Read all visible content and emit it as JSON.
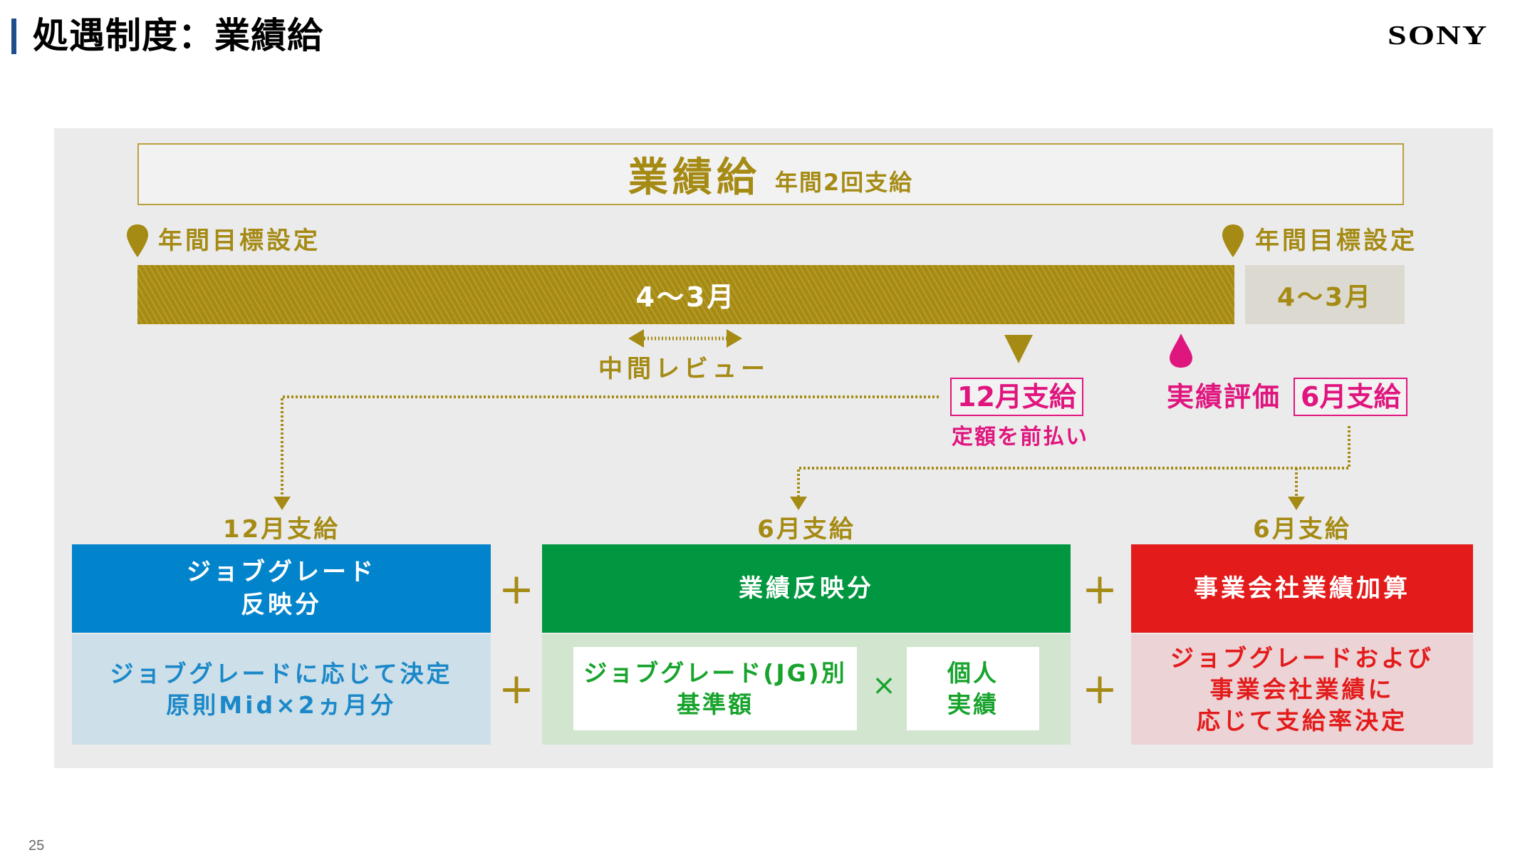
{
  "page": {
    "title": "処遇制度：業績給",
    "logo": "SONY",
    "page_number": "25"
  },
  "diagram": {
    "header": {
      "title": "業績給",
      "subtitle": "年間2回支給"
    },
    "goal_setting_left": "年間目標設定",
    "goal_setting_right": "年間目標設定",
    "period_current": "4〜3月",
    "period_next": "4〜3月",
    "mid_review": "中間レビュー",
    "december_payment": {
      "label": "12月支給",
      "note": "定額を前払い"
    },
    "evaluation": {
      "label": "実績評価",
      "payment": "6月支給"
    },
    "columns": [
      {
        "pay_label": "12月支給",
        "title_lines": [
          "ジョブグレード",
          "反映分"
        ],
        "detail_lines": [
          "ジョブグレードに応じて決定",
          "原則Mid×2ヵ月分"
        ],
        "color": "#0284cc",
        "light_color": "#cddfe8"
      },
      {
        "pay_label": "6月支給",
        "title_lines": [
          "業績反映分"
        ],
        "formula": {
          "left_lines": [
            "ジョブグレード(JG)別",
            "基準額"
          ],
          "operator": "×",
          "right_lines": [
            "個人",
            "実績"
          ]
        },
        "color": "#019640",
        "light_color": "#d1e5cf"
      },
      {
        "pay_label": "6月支給",
        "title_lines": [
          "事業会社業績加算"
        ],
        "detail_lines": [
          "ジョブグレードおよび",
          "事業会社業績に",
          "応じて支給率決定"
        ],
        "color": "#e31b1b",
        "light_color": "#ecd3d6"
      }
    ],
    "plus_sign": "+",
    "colors": {
      "gold": "#a58a14",
      "pink": "#e0167f",
      "title_bar": "#1f4e8c"
    }
  }
}
